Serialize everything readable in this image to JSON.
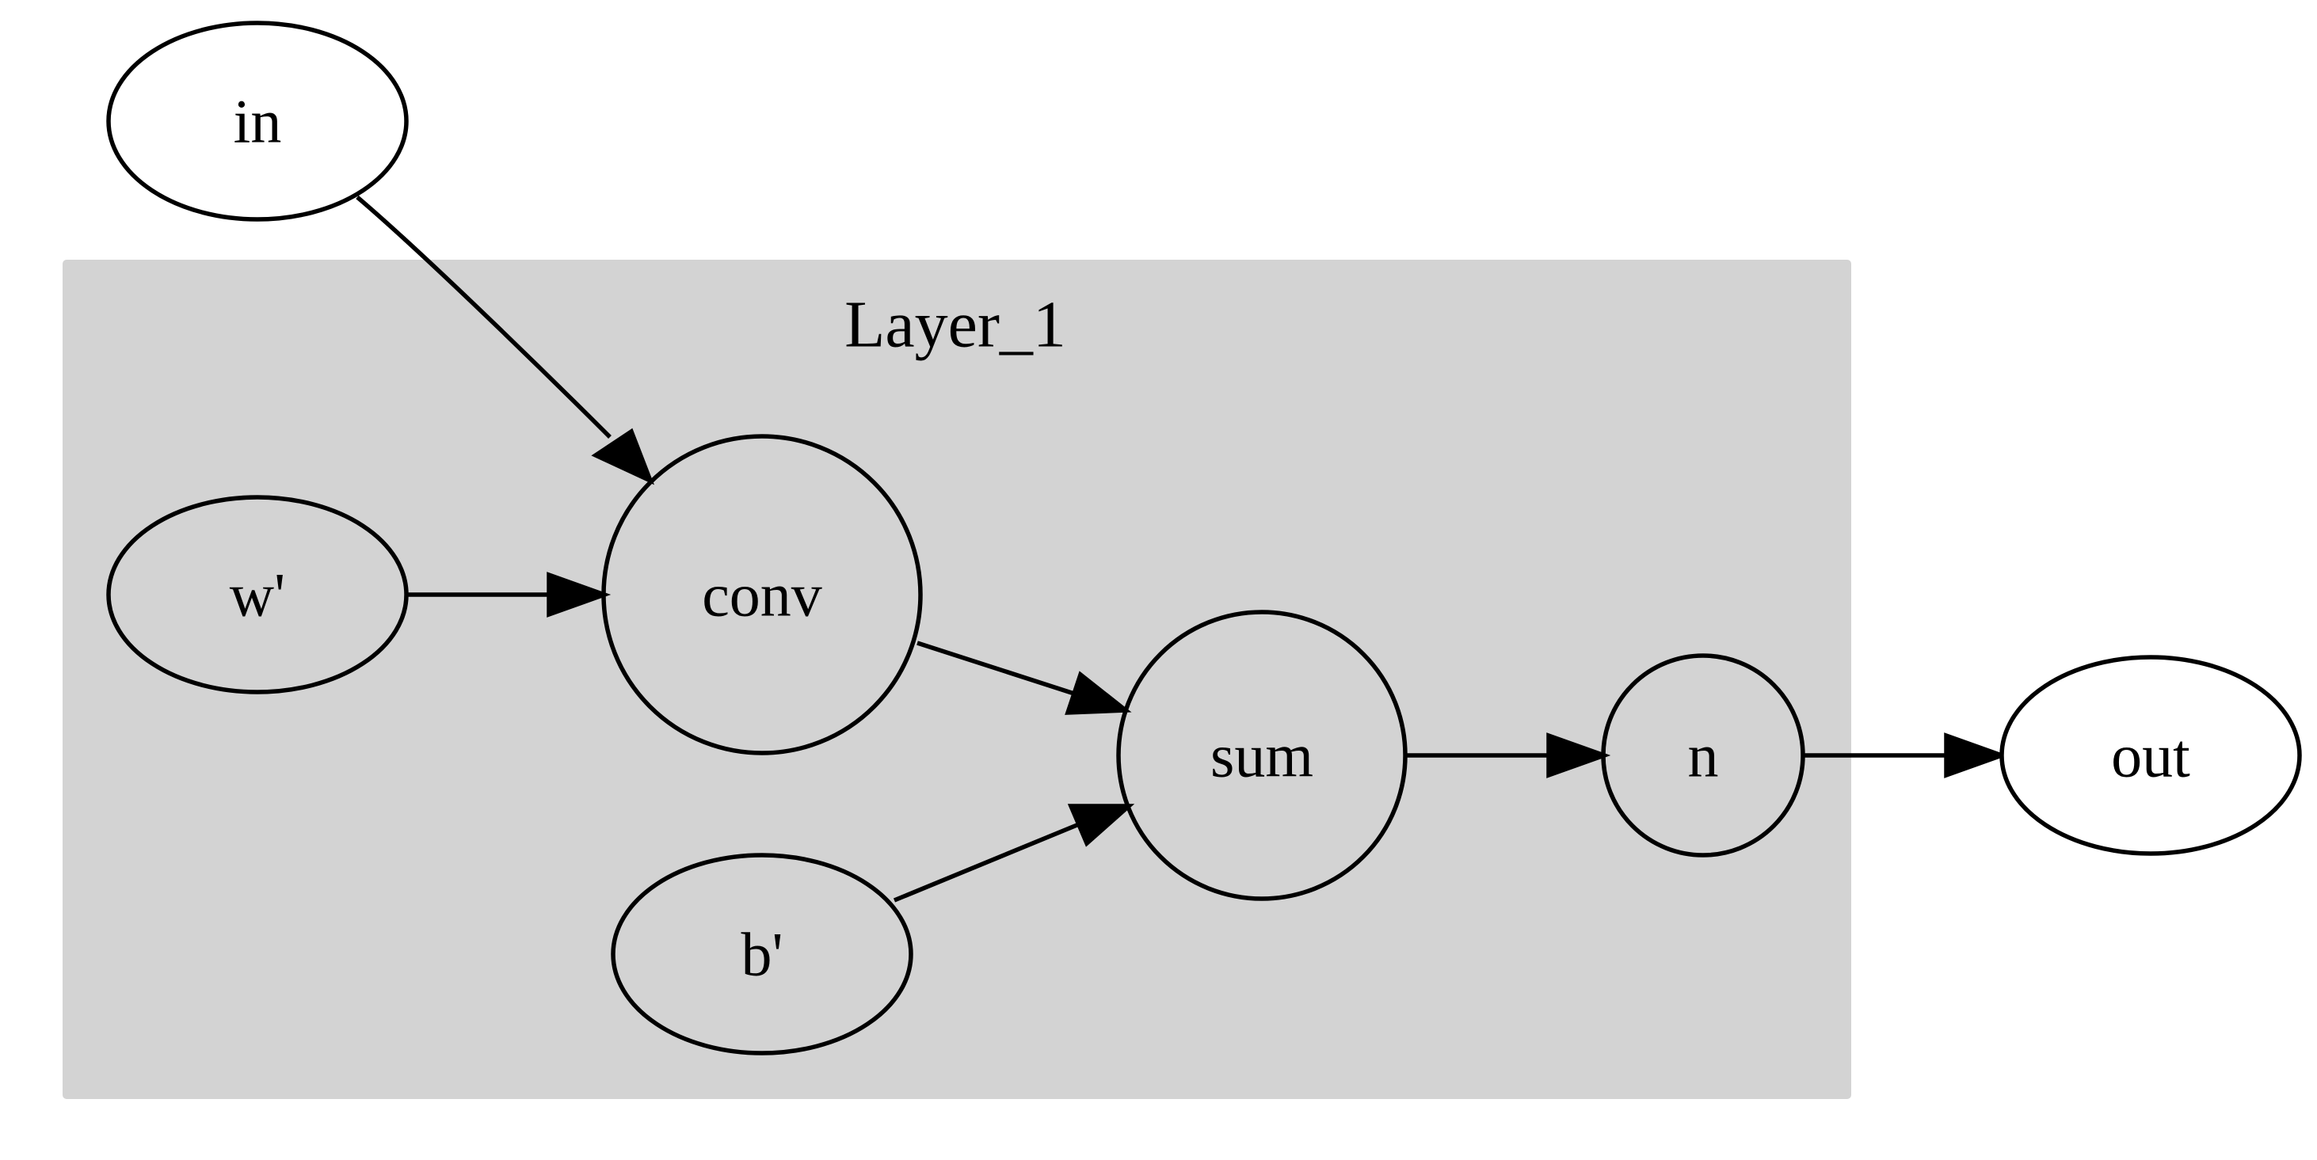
{
  "diagram": {
    "cluster": {
      "label": "Layer_1",
      "fill": "#d3d3d3"
    },
    "nodes": {
      "in": {
        "label": "in"
      },
      "w": {
        "label": "w'"
      },
      "conv": {
        "label": "conv"
      },
      "sum": {
        "label": "sum"
      },
      "b": {
        "label": "b'"
      },
      "n": {
        "label": "n"
      },
      "out": {
        "label": "out"
      }
    },
    "edges": [
      {
        "from": "in",
        "to": "conv"
      },
      {
        "from": "w'",
        "to": "conv"
      },
      {
        "from": "conv",
        "to": "sum"
      },
      {
        "from": "b'",
        "to": "sum"
      },
      {
        "from": "sum",
        "to": "n"
      },
      {
        "from": "n",
        "to": "out"
      }
    ],
    "colors": {
      "stroke": "#000000",
      "node_fill": "#ffffff",
      "background": "#ffffff"
    }
  }
}
